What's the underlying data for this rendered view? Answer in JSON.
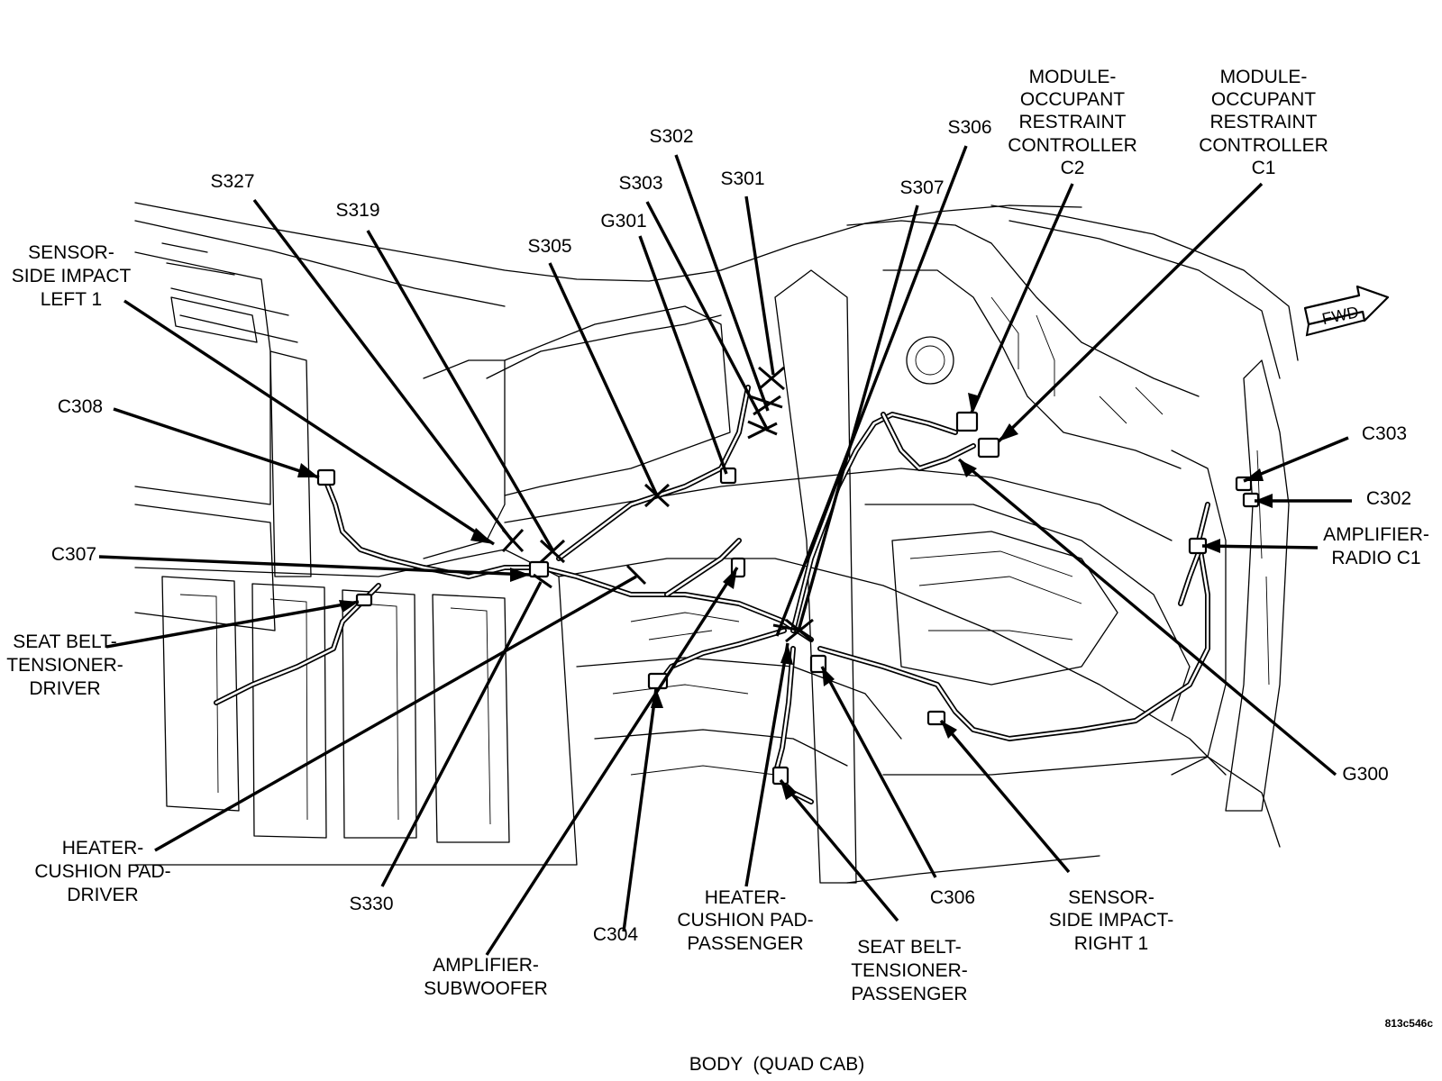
{
  "caption": "BODY  (QUAD CAB)",
  "figure_id": "813c546c",
  "direction_arrow": "FWD",
  "labels": {
    "s302": "S302",
    "s306": "S306",
    "mod_c2_l1": "MODULE-",
    "mod_c2_l2": "OCCUPANT",
    "mod_c2_l3": "RESTRAINT",
    "mod_c2_l4": "CONTROLLER",
    "mod_c2_l5": "C2",
    "mod_c1_l1": "MODULE-",
    "mod_c1_l2": "OCCUPANT",
    "mod_c1_l3": "RESTRAINT",
    "mod_c1_l4": "CONTROLLER",
    "mod_c1_l5": "C1",
    "s327": "S327",
    "s303": "S303",
    "s301": "S301",
    "s307": "S307",
    "s319": "S319",
    "g301": "G301",
    "s305": "S305",
    "sil_l1": "SENSOR-",
    "sil_l2": "SIDE IMPACT",
    "sil_l3": "LEFT 1",
    "c308": "C308",
    "c303": "C303",
    "c302": "C302",
    "amp_radio_l1": "AMPLIFIER-",
    "amp_radio_l2": "RADIO C1",
    "c307": "C307",
    "sbt_drv_l1": "SEAT BELT-",
    "sbt_drv_l2": "TENSIONER-",
    "sbt_drv_l3": "DRIVER",
    "g300": "G300",
    "heat_drv_l1": "HEATER-",
    "heat_drv_l2": "CUSHION PAD-",
    "heat_drv_l3": "DRIVER",
    "s330": "S330",
    "c304": "C304",
    "heat_pass_l1": "HEATER-",
    "heat_pass_l2": "CUSHION PAD-",
    "heat_pass_l3": "PASSENGER",
    "c306": "C306",
    "sir_l1": "SENSOR-",
    "sir_l2": "SIDE IMPACT-",
    "sir_l3": "RIGHT 1",
    "amp_sub_l1": "AMPLIFIER-",
    "amp_sub_l2": "SUBWOOFER",
    "sbt_pass_l1": "SEAT BELT-",
    "sbt_pass_l2": "TENSIONER-",
    "sbt_pass_l3": "PASSENGER"
  }
}
